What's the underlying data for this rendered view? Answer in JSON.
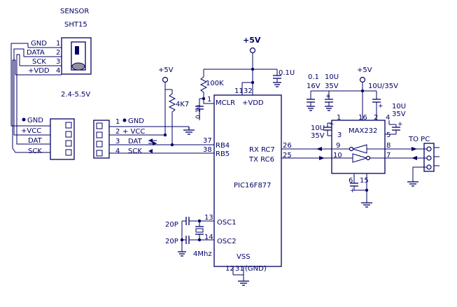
{
  "sensor": {
    "title": "SENSOR",
    "part": "SHT15",
    "supply_range": "2.4-5.5V",
    "pins": [
      {
        "name": "GND",
        "num": "1"
      },
      {
        "name": "DATA",
        "num": "2"
      },
      {
        "name": "SCK",
        "num": "3"
      },
      {
        "name": "+VDD",
        "num": "4"
      }
    ]
  },
  "cable_left": [
    "GND",
    "+VCC",
    "DAT",
    "SCK"
  ],
  "connector_right": {
    "pins": [
      {
        "num": "1",
        "name": "GND"
      },
      {
        "num": "2",
        "name": "+ VCC"
      },
      {
        "num": "3",
        "name": "DAT"
      },
      {
        "num": "4",
        "name": "SCK"
      }
    ]
  },
  "supply_labels": {
    "pullup_rail": "+5V",
    "mcu_rail": "+5V",
    "max_rail": "+5V"
  },
  "passives": {
    "r_pullup": "4K7",
    "r_mclr": "100K",
    "c_mclr": "0.1u",
    "c_decouple": "0.1U",
    "c_max_a_value": "0.1",
    "c_max_a_volt": "16V",
    "c_max_b_value": "10U",
    "c_max_b_volt": "35V",
    "c_max_c": "10U/35V",
    "c_max_d_value": "10U",
    "c_max_d_volt": "35V",
    "c_max_e_value": "10U",
    "c_max_e_volt": "35V",
    "c_osc1": "20P",
    "c_osc2": "20P",
    "crystal": "4Mhz"
  },
  "mcu": {
    "part": "PIC16F877",
    "pins": {
      "mclr_num": "1",
      "mclr": "MCLR",
      "vdd_num_a": "11",
      "vdd_num_b": "32",
      "vdd": "+VDD",
      "rb4_num": "37",
      "rb4": "RB4",
      "rb5_num": "38",
      "rb5": "RB5",
      "rc7_num": "26",
      "rc7": "RX RC7",
      "rc6_num": "25",
      "rc6": "TX RC6",
      "osc1_num": "13",
      "osc1": "OSC1",
      "osc2_num": "14",
      "osc2": "OSC2",
      "vss": "VSS",
      "vss_num_a": "12",
      "vss_num_b": "31",
      "gnd_note": "(GND)"
    }
  },
  "max232": {
    "part": "MAX232",
    "pins": {
      "p1": "1",
      "p2": "2",
      "p3": "3",
      "p4": "4",
      "p5": "5",
      "p6": "6",
      "p7": "7",
      "p8": "8",
      "p9": "9",
      "p10": "10",
      "p15": "15",
      "p16": "16"
    }
  },
  "to_pc": "TO PC"
}
